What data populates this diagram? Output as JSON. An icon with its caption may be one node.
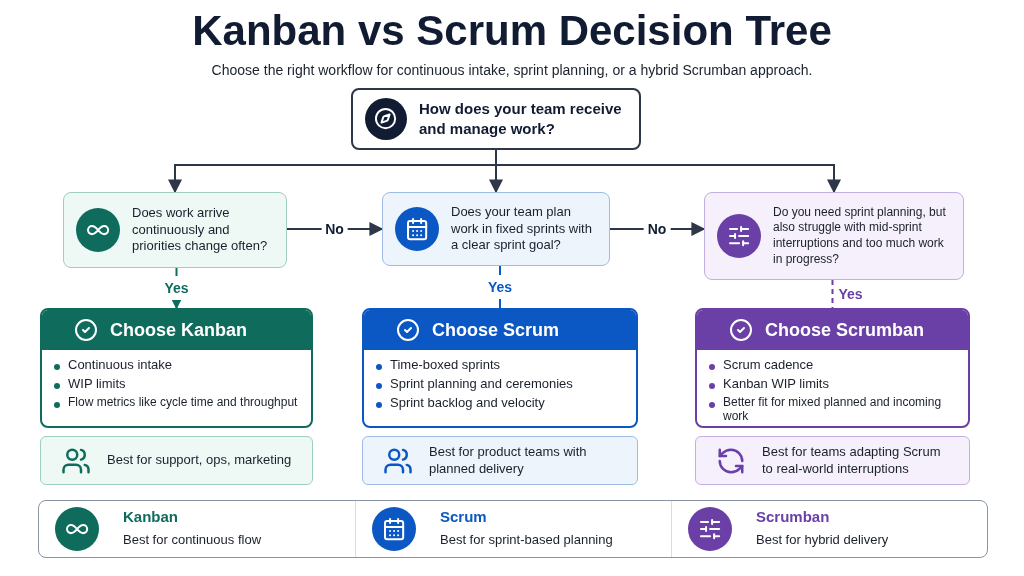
{
  "diagram": {
    "title": "Kanban vs Scrum Decision Tree",
    "caption": "Choose the right workflow for continuous intake, sprint planning, or a hybrid Scrumban approach.",
    "nodes": [
      {
        "text": [
          "How does your team receive and manage work?"
        ]
      },
      {
        "text": [
          "Does work arrive continuously and priorities change often?"
        ]
      },
      {
        "text": [
          "Does your team plan work in fixed sprints with a clear sprint goal?"
        ]
      },
      {
        "text": [
          "Do you need sprint planning, but also struggle with mid-sprint interruptions and too much work in progress?"
        ]
      },
      {
        "text": [
          "Choose Kanban",
          "Continuous intake",
          "WIP limits",
          "Flow metrics like cycle time and throughput"
        ]
      },
      {
        "text": [
          "Best for support, ops, marketing"
        ]
      },
      {
        "text": [
          "Choose Scrum",
          "Time-boxed sprints",
          "Sprint planning and ceremonies",
          "Sprint backlog and velocity"
        ]
      },
      {
        "text": [
          "Best for product teams with planned delivery"
        ]
      },
      {
        "text": [
          "Choose Scrumban",
          "Scrum cadence",
          "Kanban WIP limits",
          "Better fit for mixed planned and incoming work"
        ]
      },
      {
        "text": [
          "Best for teams adapting Scrum to real-world interruptions"
        ]
      },
      {
        "text": [],
        "shape": "box"
      },
      {
        "text": [
          "Kanban",
          "Best for continuous flow"
        ],
        "in": 10
      },
      {
        "text": [
          "Scrum",
          "Best for sprint-based planning"
        ],
        "in": 10
      },
      {
        "text": [
          "Scrumban",
          "Best for hybrid delivery"
        ],
        "in": 10
      }
    ],
    "edges": [
      {
        "from": 0,
        "to": 1,
        "arrow": "to"
      },
      {
        "from": 0,
        "to": 2,
        "arrow": "to"
      },
      {
        "from": 0,
        "to": 3,
        "arrow": "to"
      },
      {
        "from": 1,
        "to": 2,
        "arrow": "to",
        "label": "No"
      },
      {
        "from": 2,
        "to": 3,
        "arrow": "to",
        "label": "No"
      },
      {
        "from": 1,
        "to": 4,
        "arrow": "to",
        "label": "Yes",
        "color": "#0f6b5c"
      },
      {
        "from": 2,
        "to": 6,
        "arrow": "none",
        "label": "Yes",
        "color": "#0b57c4"
      },
      {
        "from": 3,
        "to": 8,
        "arrow": "none",
        "label": "Yes",
        "style": "dashed",
        "color": "#6a3fa6"
      }
    ]
  }
}
